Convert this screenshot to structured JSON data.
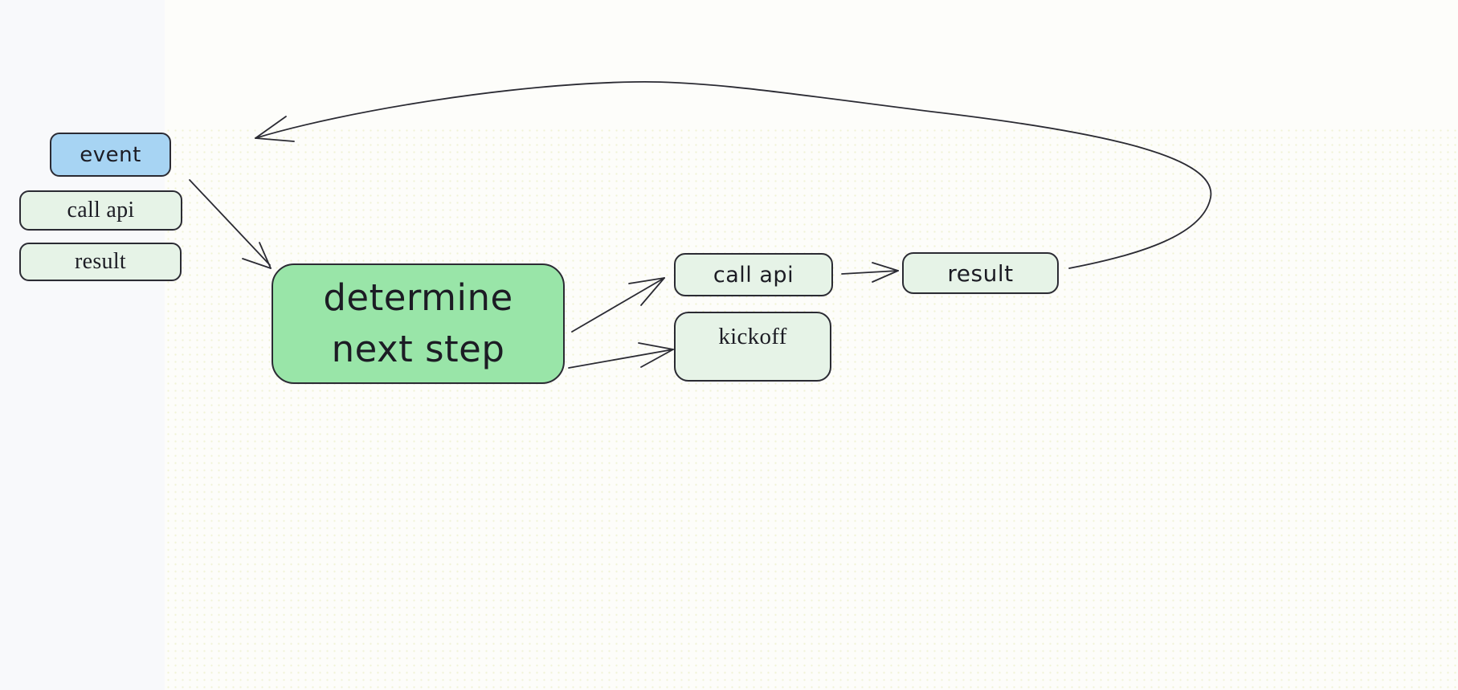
{
  "diagram": {
    "nodes": {
      "event": {
        "label": "event"
      },
      "call_api_left": {
        "label": "call api"
      },
      "result_left": {
        "label": "result"
      },
      "determine": {
        "label_line1": "determine",
        "label_line2": "next step"
      },
      "call_api_right": {
        "label": "call api"
      },
      "result_right": {
        "label": "result"
      },
      "kickoff": {
        "label": "kickoff"
      }
    },
    "edges": [
      {
        "from": "event",
        "to": "determine_next_step"
      },
      {
        "from": "determine_next_step",
        "to": "call_api_right"
      },
      {
        "from": "determine_next_step",
        "to": "kickoff"
      },
      {
        "from": "call_api_right",
        "to": "result_right"
      },
      {
        "from": "result_right",
        "to": "event",
        "style": "loop-over-top"
      }
    ],
    "colors": {
      "event_fill": "#a7d4f3",
      "light_green_fill": "#e6f3e7",
      "accent_green_fill": "#99e5a8",
      "stroke": "#2b2b33",
      "text": "#1c1c24",
      "canvas_bg": "#fdfdfa",
      "left_strip_bg": "#f8f9fb",
      "dot_color": "#eef0cf"
    }
  }
}
